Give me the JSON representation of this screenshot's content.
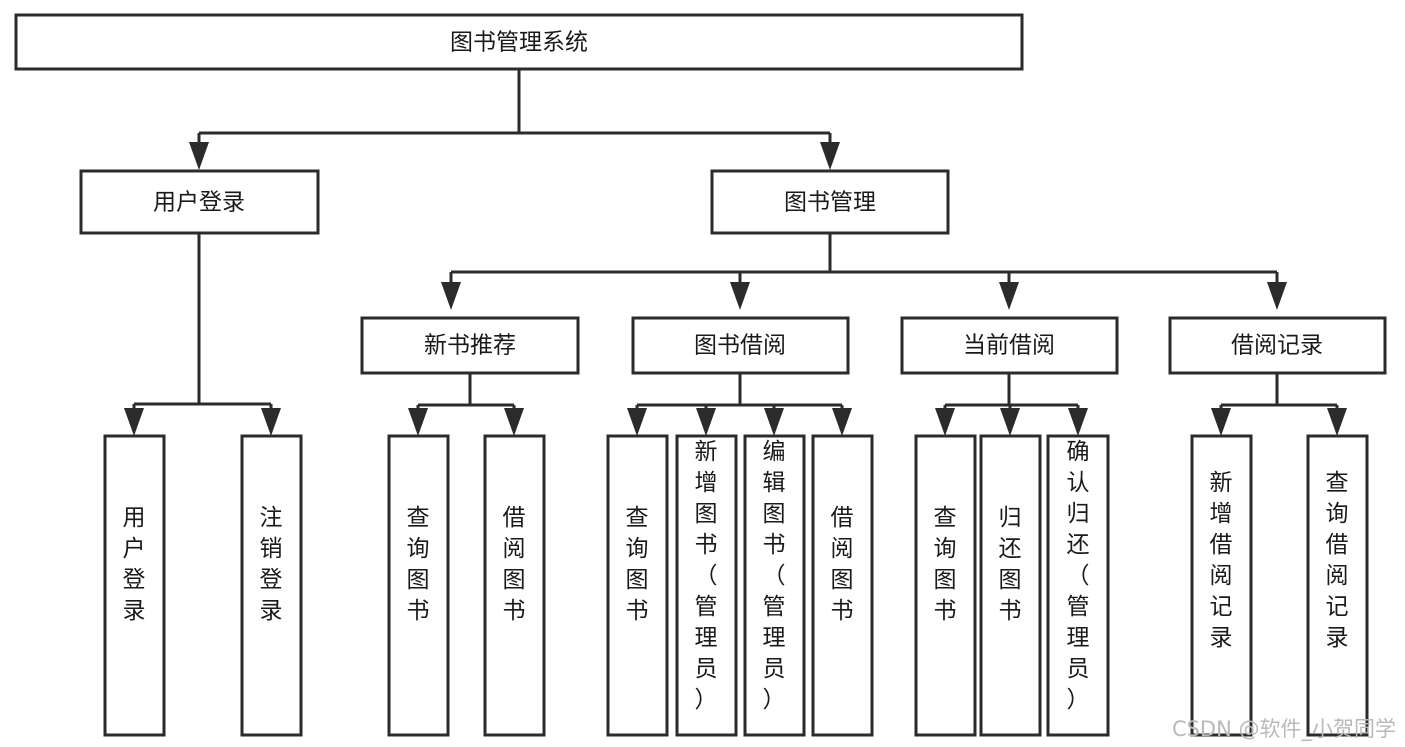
{
  "diagram": {
    "type": "tree-hierarchy-chart",
    "title": "图书管理系统",
    "root": {
      "id": "root",
      "label": "图书管理系统",
      "level": 0
    },
    "level1": [
      {
        "id": "user-login",
        "label": "用户登录"
      },
      {
        "id": "book-management",
        "label": "图书管理"
      }
    ],
    "level2": [
      {
        "id": "new-book-recommend",
        "label": "新书推荐",
        "parent": "book-management"
      },
      {
        "id": "book-borrow",
        "label": "图书借阅",
        "parent": "book-management"
      },
      {
        "id": "current-borrow",
        "label": "当前借阅",
        "parent": "book-management"
      },
      {
        "id": "borrow-record",
        "label": "借阅记录",
        "parent": "book-management"
      }
    ],
    "leaves": [
      {
        "id": "leaf-user-login",
        "label": "用户登录",
        "parent": "user-login"
      },
      {
        "id": "leaf-logout-login",
        "label": "注销登录",
        "parent": "user-login"
      },
      {
        "id": "leaf-query-book-1",
        "label": "查询图书",
        "parent": "new-book-recommend"
      },
      {
        "id": "leaf-borrow-book-1",
        "label": "借阅图书",
        "parent": "new-book-recommend"
      },
      {
        "id": "leaf-query-book-2",
        "label": "查询图书",
        "parent": "book-borrow"
      },
      {
        "id": "leaf-add-book",
        "label": "新增图书（管理员）",
        "parent": "book-borrow"
      },
      {
        "id": "leaf-edit-book",
        "label": "编辑图书（管理员）",
        "parent": "book-borrow"
      },
      {
        "id": "leaf-borrow-book-2",
        "label": "借阅图书",
        "parent": "book-borrow"
      },
      {
        "id": "leaf-query-book-3",
        "label": "查询图书",
        "parent": "current-borrow"
      },
      {
        "id": "leaf-return-book",
        "label": "归还图书",
        "parent": "current-borrow"
      },
      {
        "id": "leaf-confirm-return",
        "label": "确认归还（管理员）",
        "parent": "current-borrow"
      },
      {
        "id": "leaf-add-record",
        "label": "新增借阅记录",
        "parent": "borrow-record"
      },
      {
        "id": "leaf-query-record",
        "label": "查询借阅记录",
        "parent": "borrow-record"
      }
    ],
    "colors": {
      "box_fill": "#ffffff",
      "box_stroke": "#2b2b2b",
      "text": "#1a1a1a",
      "watermark": "#b9b9b9",
      "background": "#ffffff"
    }
  },
  "watermark": {
    "text": "CSDN @软件_小贺同学"
  }
}
